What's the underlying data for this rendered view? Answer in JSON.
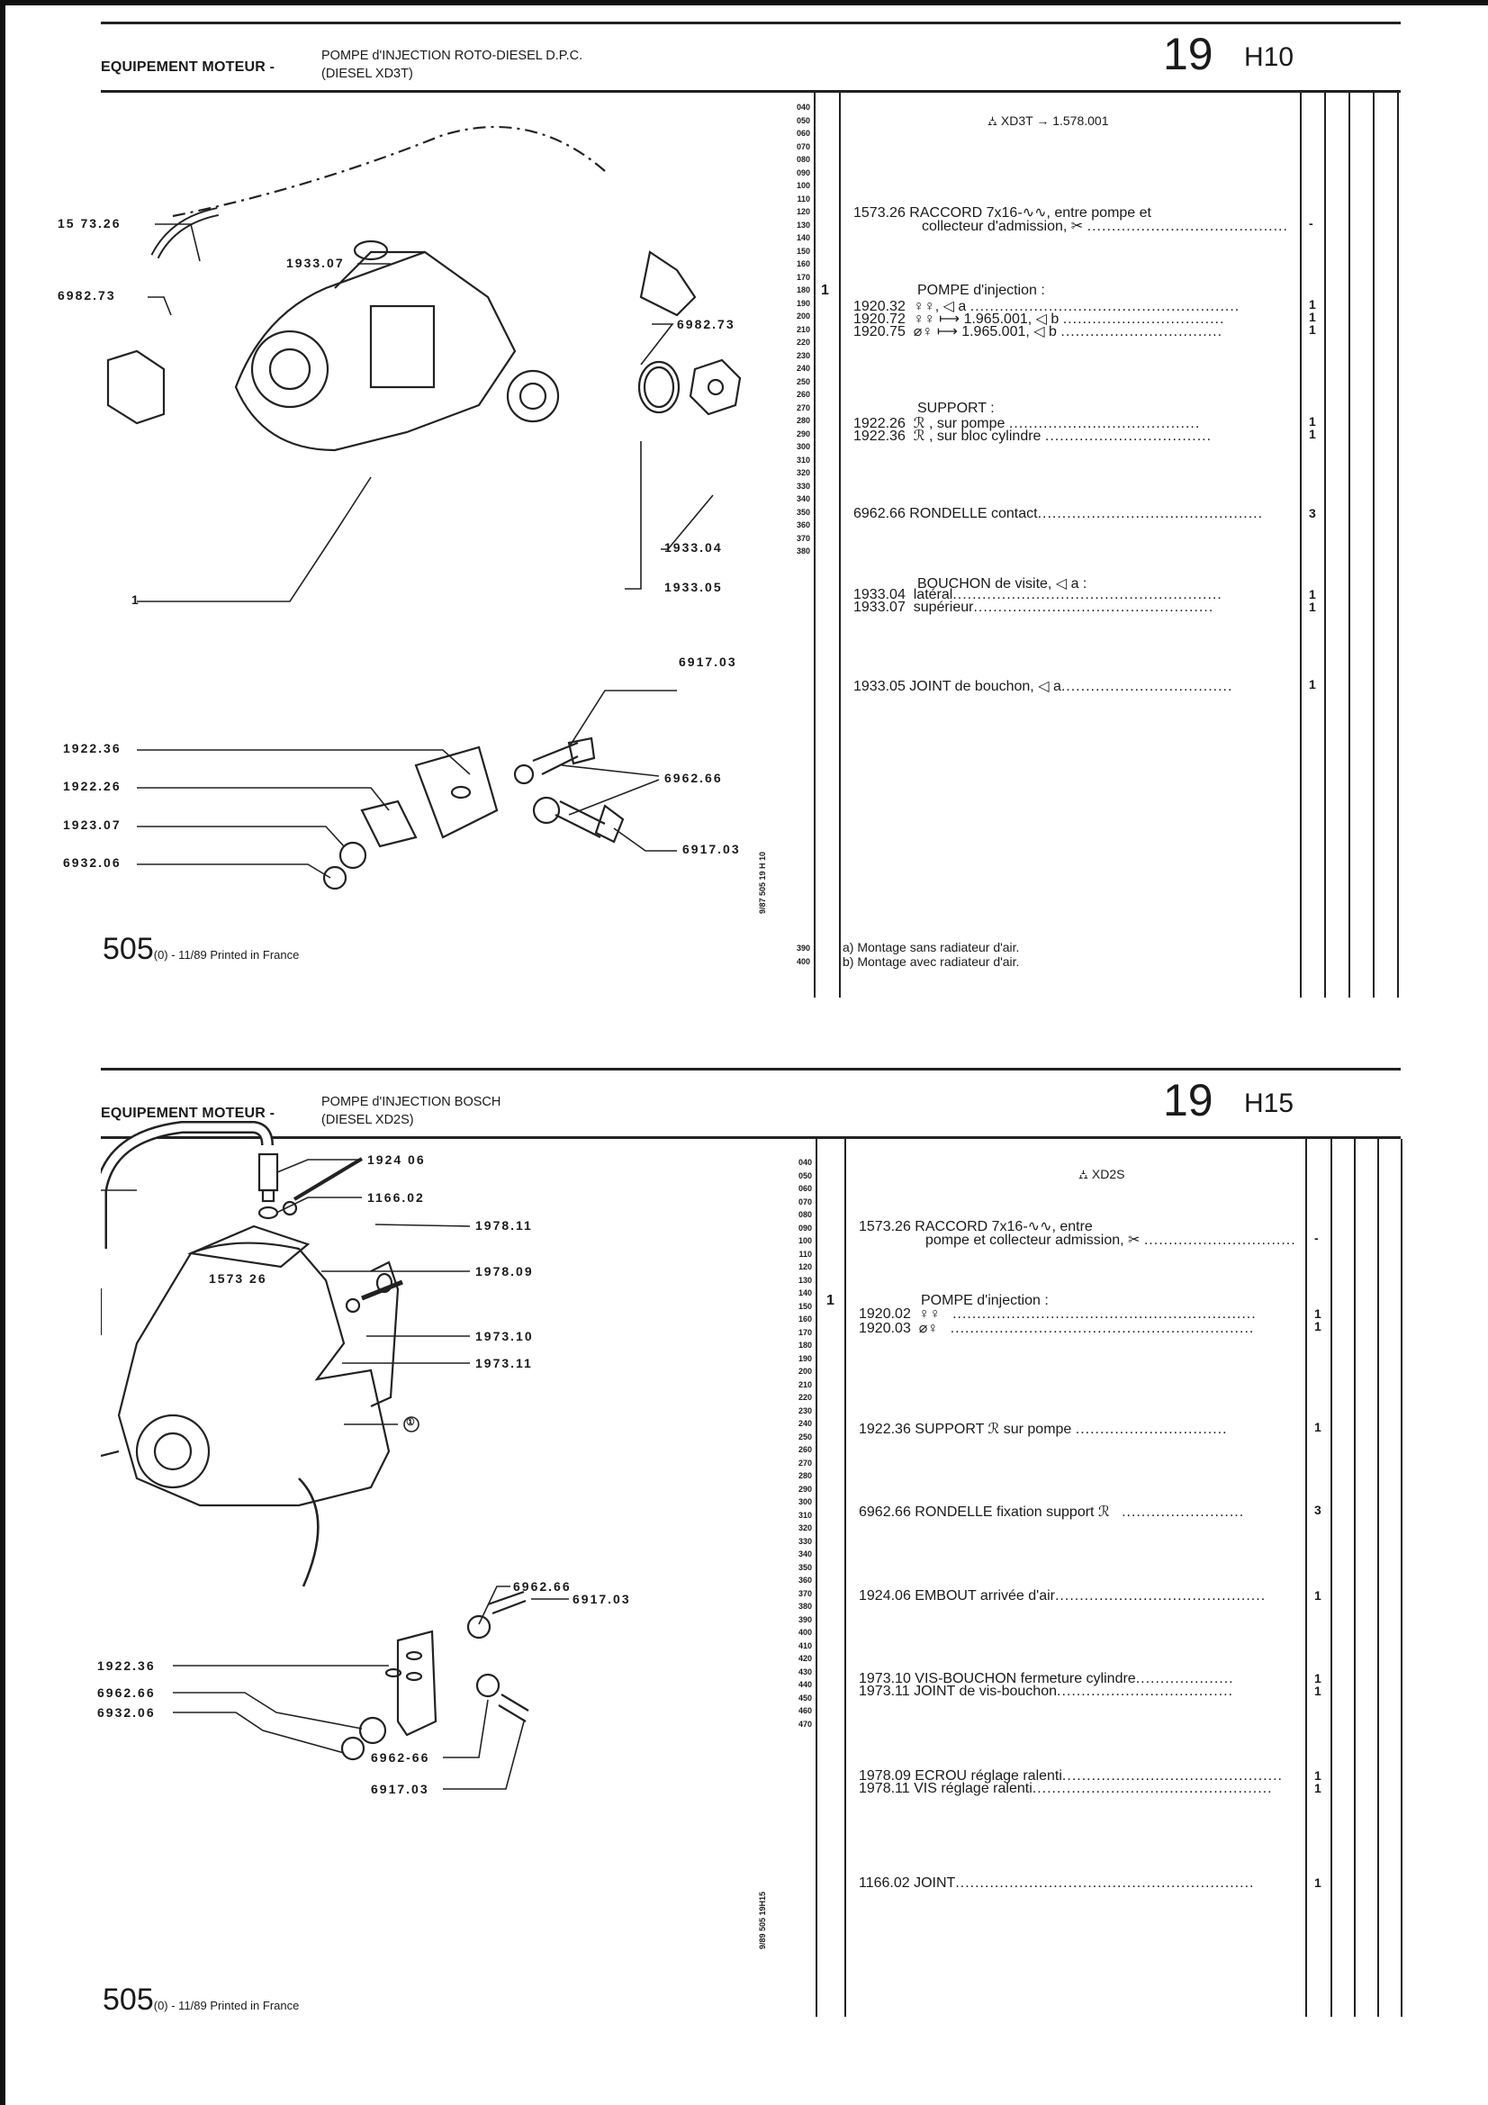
{
  "sections": [
    {
      "header": {
        "category": "EQUIPEMENT MOTEUR -",
        "title_line1": "POMPE d'INJECTION ROTO-DIESEL D.P.C.",
        "title_line2": "(DIESEL XD3T)",
        "group_number": "19",
        "plate_code": "H10"
      },
      "applicability": {
        "icon": "engine-icon",
        "engine": "XD3T",
        "arrow": "→ ",
        "serial": "1.578.001"
      },
      "row_numbers": [
        "040",
        "050",
        "060",
        "070",
        "080",
        "090",
        "100",
        "110",
        "120",
        "130",
        "140",
        "150",
        "160",
        "170",
        "180",
        "190",
        "200",
        "210",
        "220",
        "230",
        "240",
        "250",
        "260",
        "270",
        "280",
        "290",
        "300",
        "310",
        "320",
        "330",
        "340",
        "350",
        "360",
        "370",
        "380"
      ],
      "row_numbers_end": [
        "390",
        "400"
      ],
      "items": [
        {
          "ref": "1573.26",
          "text": "RACCORD 7x16-∿∿, entre pompe et",
          "cont": "collecteur d'admission, ✂",
          "qty": "-"
        },
        {
          "index": "1",
          "group": "POMPE d'injection :"
        },
        {
          "ref": "1920.32",
          "text": "♀♀, ◁ a",
          "qty": "1"
        },
        {
          "ref": "1920.72",
          "text": "♀♀ ⟼ 1.965.001, ◁ b",
          "qty": "1"
        },
        {
          "ref": "1920.75",
          "text": "⌀♀ ⟼ 1.965.001, ◁ b",
          "qty": "1"
        },
        {
          "group": "SUPPORT :"
        },
        {
          "ref": "1922.26",
          "text": "ℛ , sur pompe",
          "qty": "1"
        },
        {
          "ref": "1922.36",
          "text": "ℛ , sur bloc cylindre",
          "qty": "1"
        },
        {
          "ref": "6962.66",
          "text": "RONDELLE contact",
          "qty": "3"
        },
        {
          "group": "BOUCHON de visite, ◁ a :"
        },
        {
          "ref": "1933.04",
          "text": "latéral",
          "qty": "1"
        },
        {
          "ref": "1933.07",
          "text": "supérieur",
          "qty": "1"
        },
        {
          "ref": "1933.05",
          "text": "JOINT de bouchon, ◁ a",
          "qty": "1"
        }
      ],
      "notes": [
        "a) Montage sans radiateur d'air.",
        "b) Montage avec radiateur d'air."
      ],
      "side_code": "9/87 505 19 H 10",
      "callouts": [
        "15 73.26",
        "6982.73",
        "1933.07",
        "6982.73",
        "1",
        "1933.04",
        "1933.05",
        "6917.03",
        "1922.36",
        "1922.26",
        "6962.66",
        "1923.07",
        "6932.06",
        "6917.03"
      ],
      "footer": {
        "model": "505",
        "suffix": "(0) - 11/89 Printed in France"
      }
    },
    {
      "header": {
        "category": "EQUIPEMENT MOTEUR -",
        "title_line1": "POMPE d'INJECTION BOSCH",
        "title_line2": "(DIESEL XD2S)",
        "group_number": "19",
        "plate_code": "H15"
      },
      "applicability": {
        "icon": "engine-icon",
        "engine": "XD2S"
      },
      "row_numbers": [
        "040",
        "050",
        "060",
        "070",
        "080",
        "090",
        "100",
        "110",
        "120",
        "130",
        "140",
        "150",
        "160",
        "170",
        "180",
        "190",
        "200",
        "210",
        "220",
        "230",
        "240",
        "250",
        "260",
        "270",
        "280",
        "290",
        "300",
        "310",
        "320",
        "330",
        "340",
        "350",
        "360",
        "370",
        "380",
        "390",
        "400",
        "410",
        "420",
        "430",
        "440",
        "450",
        "460",
        "470"
      ],
      "items": [
        {
          "ref": "1573.26",
          "text": "RACCORD 7x16-∿∿, entre",
          "cont": "pompe et collecteur admission, ✂",
          "qty": "-"
        },
        {
          "index": "1",
          "group": "POMPE d'injection :"
        },
        {
          "ref": "1920.02",
          "text": "♀♀",
          "qty": "1"
        },
        {
          "ref": "1920.03",
          "text": "⌀♀",
          "qty": "1"
        },
        {
          "ref": "1922.36",
          "text": "SUPPORT ℛ  sur pompe",
          "qty": "1"
        },
        {
          "ref": "6962.66",
          "text": "RONDELLE fixation support ℛ",
          "qty": "3"
        },
        {
          "ref": "1924.06",
          "text": "EMBOUT arrivée d'air",
          "qty": "1"
        },
        {
          "ref": "1973.10",
          "text": "VIS-BOUCHON fermeture cylindre",
          "qty": "1"
        },
        {
          "ref": "1973.11",
          "text": "JOINT de vis-bouchon",
          "qty": "1"
        },
        {
          "ref": "1978.09",
          "text": "ECROU réglage ralenti",
          "qty": "1"
        },
        {
          "ref": "1978.11",
          "text": "VIS réglage ralenti",
          "qty": "1"
        },
        {
          "ref": "1166.02",
          "text": "JOINT",
          "qty": "1"
        }
      ],
      "side_code": "9/89 505 19H15",
      "callouts": [
        "1924 06",
        "1573 26",
        "1166.02",
        "1978.11",
        "1978.09",
        "1973.10",
        "1973.11",
        "①",
        "6962.66",
        "6917.03",
        "1922.36",
        "6962.66",
        "6932.06",
        "6962-66",
        "6917.03"
      ],
      "footer": {
        "model": "505",
        "suffix": "(0) - 11/89 Printed in France"
      }
    }
  ]
}
